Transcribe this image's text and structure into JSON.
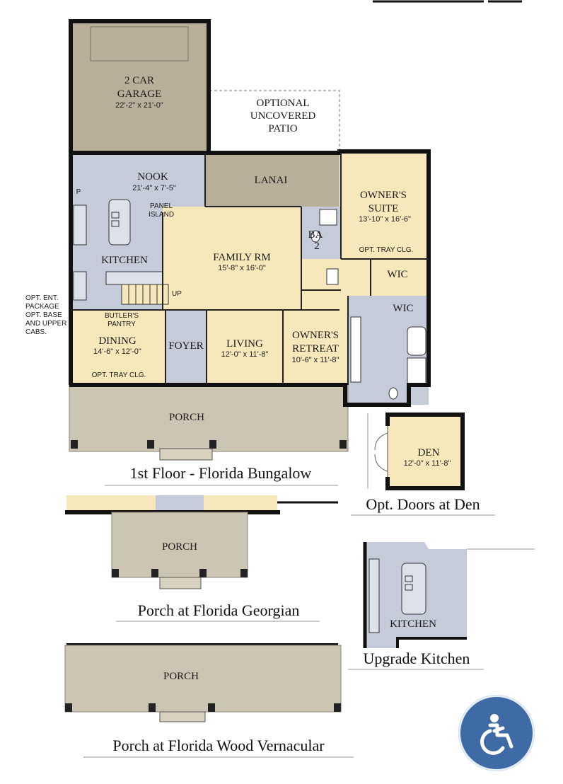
{
  "colors": {
    "garage": "#b8ae99",
    "living": "#f6e8ba",
    "kitchen": "#c5cbd8",
    "porch": "#cdc5b4",
    "wall": "#111111",
    "accessibility": "#3e6aa6"
  },
  "rooms": {
    "garage": {
      "name": "2 CAR",
      "name2": "GARAGE",
      "dims": "22'-2\" x 21'-0\""
    },
    "patio": {
      "line1": "OPTIONAL",
      "line2": "UNCOVERED",
      "line3": "PATIO"
    },
    "nook": {
      "name": "NOOK",
      "dims": "21'-4\" x 7'-5\""
    },
    "panel_island": {
      "line1": "PANEL",
      "line2": "ISLAND"
    },
    "pantry_label": "P",
    "kitchen": {
      "name": "KITCHEN"
    },
    "lanai": {
      "name": "LANAI"
    },
    "family": {
      "name": "FAMILY RM",
      "dims": "15'-8\" x 16'-0\""
    },
    "stair_label": "UP",
    "bath2": {
      "line1": "BA",
      "line2": "2"
    },
    "owners_suite": {
      "name": "OWNER'S",
      "name2": "SUITE",
      "dims": "13'-10\" x 16'-6\"",
      "note": "OPT. TRAY CLG."
    },
    "wic1": {
      "name": "WIC"
    },
    "wic2": {
      "name": "WIC"
    },
    "butlers_pantry": {
      "line1": "BUTLER'S",
      "line2": "PANTRY"
    },
    "side_note": {
      "line1": "OPT. ENT.",
      "line2": "PACKAGE",
      "line3": "OPT. BASE",
      "line4": "AND UPPER",
      "line5": "CABS."
    },
    "dining": {
      "name": "DINING",
      "dims": "14'-6\" x 12'-0\"",
      "note": "OPT. TRAY CLG."
    },
    "foyer": {
      "name": "FOYER"
    },
    "living": {
      "name": "LIVING",
      "dims": "12'-0\" x 11'-8\""
    },
    "owners_retreat": {
      "name": "OWNER'S",
      "name2": "RETREAT",
      "dims": "10'-6\" x 11'-8\""
    },
    "porch": {
      "name": "PORCH"
    },
    "den": {
      "name": "DEN",
      "dims": "12'-0\" x 11'-8\""
    },
    "porch_georgian": {
      "name": "PORCH"
    },
    "upgrade_kitchen": {
      "name": "KITCHEN"
    },
    "porch_vernacular": {
      "name": "PORCH"
    }
  },
  "captions": {
    "first_floor": "1st Floor - Florida Bungalow",
    "den_doors": "Opt. Doors at Den",
    "georgian": "Porch at Florida Georgian",
    "upgrade_kitchen": "Upgrade Kitchen",
    "vernacular": "Porch at Florida Wood Vernacular"
  },
  "icons": {
    "accessibility": "accessibility-icon"
  }
}
